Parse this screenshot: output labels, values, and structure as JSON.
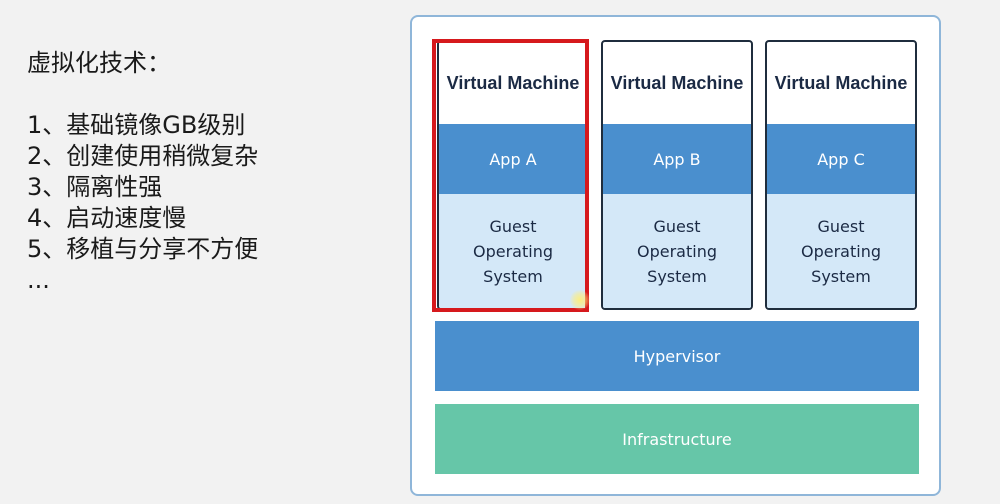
{
  "left_panel": {
    "heading": "虚拟化技术：",
    "points": [
      "1、基础镜像GB级别",
      "2、创建使用稍微复杂",
      "3、隔离性强",
      "4、启动速度慢",
      "5、移植与分享不方便"
    ],
    "ellipsis": "..."
  },
  "diagram": {
    "vms": [
      {
        "title": "Virtual Machine",
        "app": "App A",
        "guest": "Guest Operating System"
      },
      {
        "title": "Virtual Machine",
        "app": "App B",
        "guest": "Guest Operating System"
      },
      {
        "title": "Virtual Machine",
        "app": "App C",
        "guest": "Guest Operating System"
      }
    ],
    "hypervisor": "Hypervisor",
    "infrastructure": "Infrastructure",
    "colors": {
      "app_blue": "#4a8fce",
      "guest_light_blue": "#d4e8f8",
      "infrastructure_green": "#66c6a8",
      "highlight_red": "#d6191d"
    }
  }
}
